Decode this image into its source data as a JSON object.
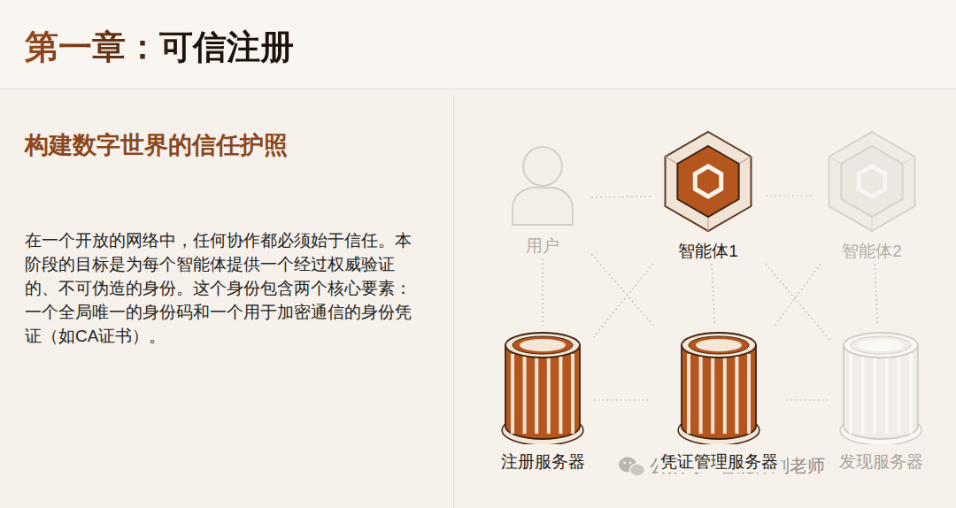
{
  "diagram": {
    "title": "第一章：可信注册",
    "nodes": [
      {
        "text": [
          "用户"
        ]
      },
      {
        "text": [
          "智能体1"
        ]
      },
      {
        "text": [
          "智能体2"
        ]
      },
      {
        "text": [
          "注册服务器"
        ]
      },
      {
        "text": [
          "凭证管理服务器"
        ]
      },
      {
        "text": [
          "发现服务器"
        ]
      }
    ],
    "edges": [
      {
        "from": 0,
        "to": 1,
        "arrow": "none"
      },
      {
        "from": 1,
        "to": 2,
        "arrow": "none"
      },
      {
        "from": 0,
        "to": 3,
        "arrow": "none"
      },
      {
        "from": 0,
        "to": 4,
        "arrow": "none"
      },
      {
        "from": 1,
        "to": 3,
        "arrow": "none"
      },
      {
        "from": 1,
        "to": 4,
        "arrow": "none"
      },
      {
        "from": 1,
        "to": 5,
        "arrow": "none"
      },
      {
        "from": 2,
        "to": 4,
        "arrow": "none"
      },
      {
        "from": 2,
        "to": 5,
        "arrow": "none"
      },
      {
        "from": 3,
        "to": 4,
        "arrow": "none"
      },
      {
        "from": 4,
        "to": 5,
        "arrow": "none"
      }
    ],
    "labels": [
      "构建数字世界的信任护照",
      "在一个开放的网络中，任何协作都必须始于信任。本阶段的目标是为每个智能体提供一个经过权威验证的、不可伪造的身份。这个身份包含两个核心要素：一个全局唯一的身份码和一个用于加密通信的身份凭证（如CA证书）。",
      "公众号 · 智能体刘老师"
    ]
  }
}
